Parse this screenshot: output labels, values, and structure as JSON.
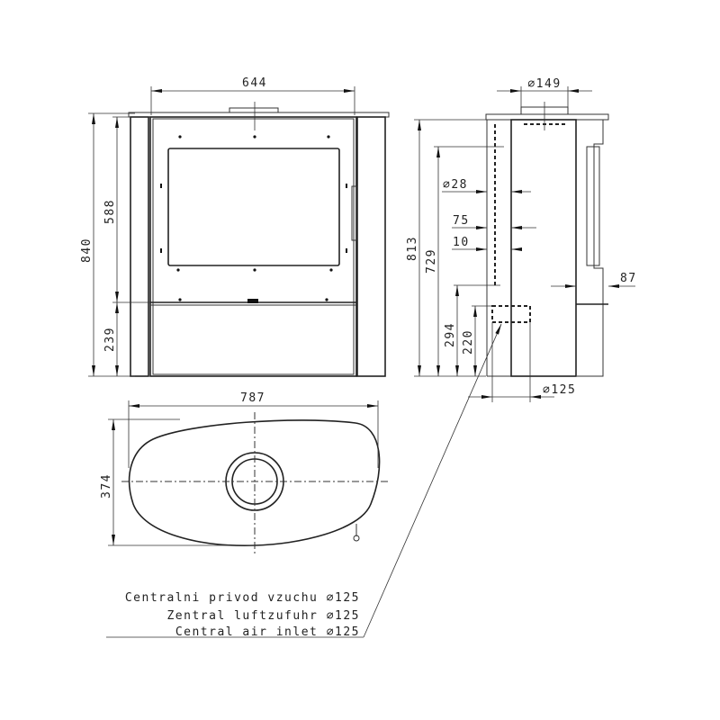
{
  "front_view": {
    "width": "644",
    "height_total": "840",
    "height_upper": "588",
    "height_lower": "239"
  },
  "plan_view": {
    "width": "787",
    "depth": "374"
  },
  "side_view": {
    "flue_diameter": "∅149",
    "height_total": "813",
    "height_flue_axis": "729",
    "height_inlet_axis": "294",
    "height_inlet_bottom": "220",
    "pipe_diameter": "∅28",
    "offset_75": "75",
    "offset_10": "10",
    "depth_87": "87",
    "inlet_diameter": "∅125"
  },
  "annotation": {
    "line_cz": "Centralni privod vzuchu ∅125",
    "line_de": "Zentral luftzufuhr ∅125",
    "line_en": "Central air inlet ∅125"
  }
}
